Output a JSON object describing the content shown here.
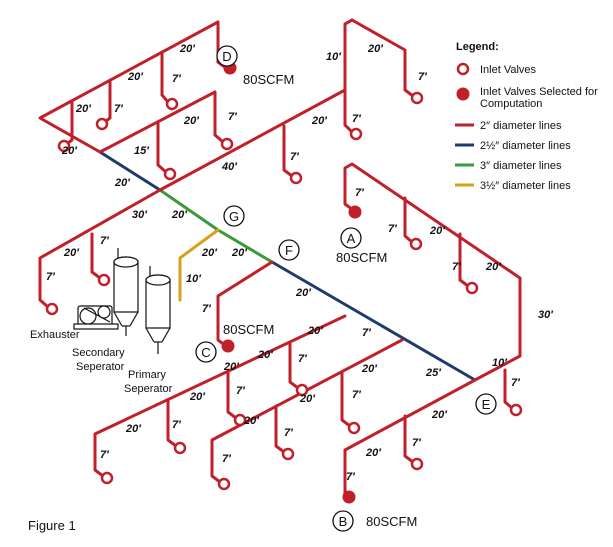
{
  "colors": {
    "line_2in": "#c0202a",
    "line_2_5in": "#1f3b6e",
    "line_3in": "#3a9a3a",
    "line_3_5in": "#d6a21c",
    "inlet": "#c0202a",
    "selected_inlet": "#c0202a"
  },
  "legend": {
    "title": "Legend:",
    "inlet_valves": "Inlet Valves",
    "selected_valves_line1": "Inlet Valves Selected for",
    "selected_valves_line2": "Computation",
    "line_2in": "2″ diameter lines",
    "line_2_5in": "2½″ diameter lines",
    "line_3in": "3″ diameter lines",
    "line_3_5in": "3½″ diameter lines"
  },
  "nodes": {
    "A": "A",
    "B": "B",
    "C": "C",
    "D": "D",
    "E": "E",
    "F": "F",
    "G": "G"
  },
  "flows": {
    "A": "80SCFM",
    "B": "80SCFM",
    "C": "80SCFM",
    "D": "80SCFM"
  },
  "equipment": {
    "exhauster": "Exhauster",
    "secondary_line1": "Secondary",
    "secondary_line2": "Seperator",
    "primary_line1": "Primary",
    "primary_line2": "Seperator"
  },
  "dimensions": {
    "d20": "20′",
    "d7": "7′",
    "d10": "10′",
    "d15": "15′",
    "d25": "25′",
    "d30": "30′",
    "d40": "40′"
  },
  "figure_caption": "Figure  1"
}
